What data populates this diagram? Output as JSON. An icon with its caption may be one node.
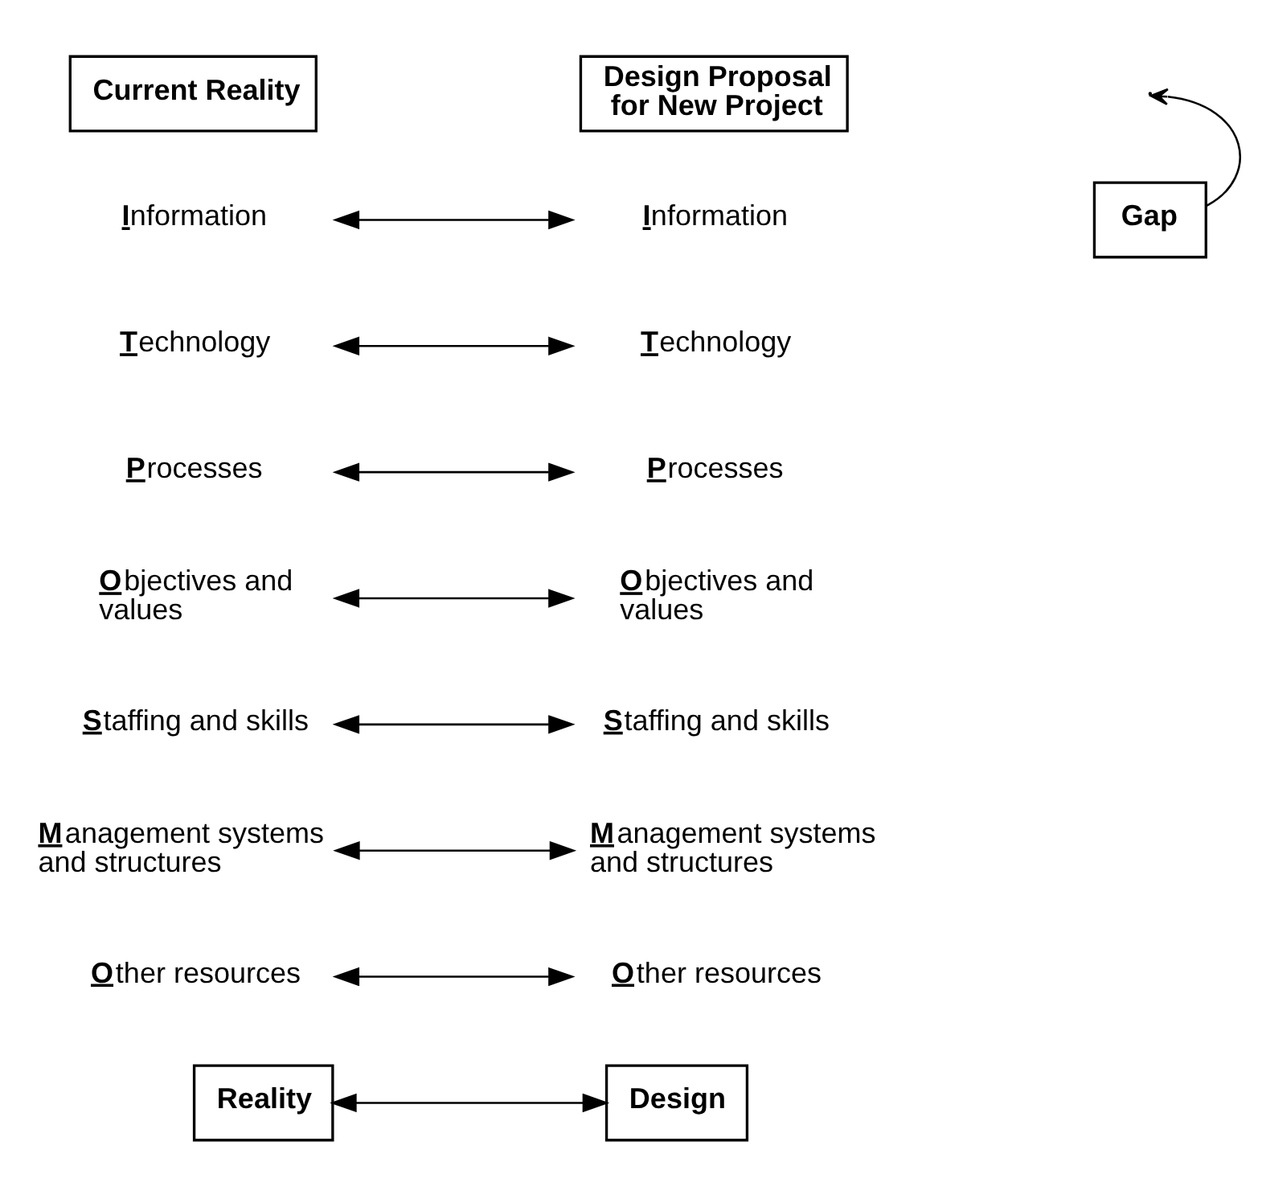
{
  "diagram": {
    "nodes": [
      {
        "text": [
          "Current Reality"
        ]
      },
      {
        "text": [
          "Design Proposal for New Project"
        ]
      },
      {
        "text": [
          "**I**nformation"
        ]
      },
      {
        "text": [
          "**I**nformation"
        ]
      },
      {
        "text": [
          "**T**echnology"
        ]
      },
      {
        "text": [
          "**T**echnology"
        ]
      },
      {
        "text": [
          "**P**rocesses"
        ]
      },
      {
        "text": [
          "**P**rocesses"
        ]
      },
      {
        "text": [
          "**O**bjectives and values"
        ]
      },
      {
        "text": [
          "**O**bjectives and values"
        ]
      },
      {
        "text": [
          "**S**taffing and skills"
        ]
      },
      {
        "text": [
          "**S**taffing and skills"
        ]
      },
      {
        "text": [
          "**M**anagement systems and structures"
        ]
      },
      {
        "text": [
          "**M**anagement systems and structures"
        ]
      },
      {
        "text": [
          "**O**ther resources"
        ]
      },
      {
        "text": [
          "**O**ther resources"
        ]
      },
      {
        "text": [
          "Reality"
        ]
      },
      {
        "text": [
          "Design"
        ]
      },
      {
        "text": [
          "Gap"
        ]
      }
    ],
    "edges": [
      {
        "from": 2,
        "to": 3,
        "arrow": "both"
      },
      {
        "from": 4,
        "to": 5,
        "arrow": "both"
      },
      {
        "from": 6,
        "to": 7,
        "arrow": "both"
      },
      {
        "from": 8,
        "to": 9,
        "arrow": "both"
      },
      {
        "from": 10,
        "to": 11,
        "arrow": "both"
      },
      {
        "from": 12,
        "to": 13,
        "arrow": "both"
      },
      {
        "from": 14,
        "to": 15,
        "arrow": "both"
      },
      {
        "from": 16,
        "to": 17,
        "arrow": "both"
      },
      {
        "from": 18,
        "to": null,
        "arrow": "to"
      }
    ]
  }
}
